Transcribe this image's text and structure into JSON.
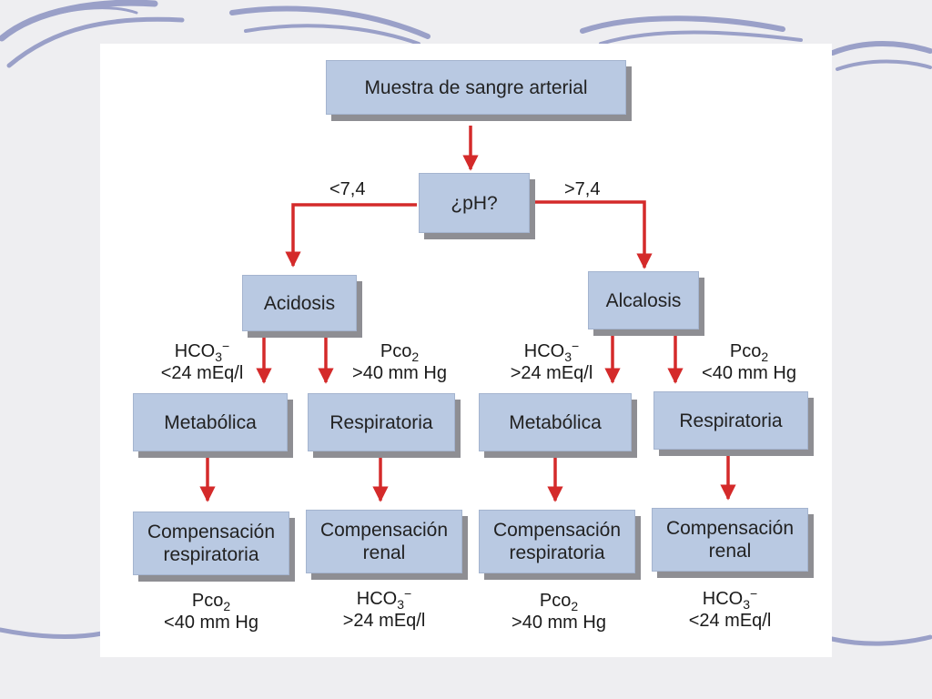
{
  "colors": {
    "box_fill": "#b9c9e2",
    "box_shadow": "#8e8e93",
    "arrow": "#d42a2a",
    "background": "#eeeef1",
    "swirl": "#9aa0c8"
  },
  "nodes": {
    "root": "Muestra de sangre arterial",
    "ph": "¿pH?",
    "acidosis": "Acidosis",
    "alcalosis": "Alcalosis",
    "acid_metabolica": "Metabólica",
    "acid_respiratoria": "Respiratoria",
    "alc_metabolica": "Metabólica",
    "alc_respiratoria": "Respiratoria",
    "comp_acid_met": {
      "line1": "Compensación",
      "line2": "respiratoria"
    },
    "comp_acid_resp": {
      "line1": "Compensación",
      "line2": "renal"
    },
    "comp_alc_met": {
      "line1": "Compensación",
      "line2": "respiratoria"
    },
    "comp_alc_resp": {
      "line1": "Compensación",
      "line2": "renal"
    }
  },
  "edge_labels": {
    "ph_low": "<7,4",
    "ph_high": ">7,4",
    "acid_met": {
      "name": "HCO",
      "sub": "3",
      "sup": "−",
      "value": "<24 mEq/l"
    },
    "acid_resp": {
      "name": "Pco",
      "sub": "2",
      "value": ">40 mm Hg"
    },
    "alc_met": {
      "name": "HCO",
      "sub": "3",
      "sup": "−",
      "value": ">24 mEq/l"
    },
    "alc_resp": {
      "name": "Pco",
      "sub": "2",
      "value": "<40 mm Hg"
    }
  },
  "outcomes": {
    "acid_met": {
      "name": "Pco",
      "sub": "2",
      "value": "<40 mm Hg"
    },
    "acid_resp": {
      "name": "HCO",
      "sub": "3",
      "sup": "−",
      "value": ">24 mEq/l"
    },
    "alc_met": {
      "name": "Pco",
      "sub": "2",
      "value": ">40 mm Hg"
    },
    "alc_resp": {
      "name": "HCO",
      "sub": "3",
      "sup": "−",
      "value": "<24 mEq/l"
    }
  }
}
